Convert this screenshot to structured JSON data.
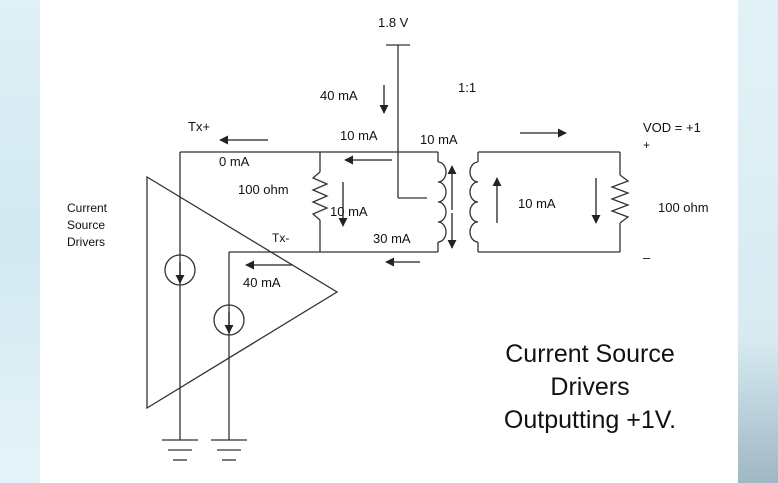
{
  "labels": {
    "v18": "1.8  V",
    "i40_top": "40 mA",
    "ratio": "1:1",
    "txplus": "Tx+",
    "i10_a": "10 mA",
    "i10_b": "10 mA",
    "vod": "VOD = +1",
    "plus": "+",
    "i0": "0 mA",
    "r100_left": "100  ohm",
    "i10_res": "10 mA",
    "i10_right": "10 mA",
    "r100_right": "100 ohm",
    "cs_line1": "Current",
    "cs_line2": "Source",
    "cs_line3": "Drivers",
    "txminus": "Tx-",
    "i30": "30 mA",
    "minus": "–",
    "i40_bottom": "40 mA"
  },
  "caption": {
    "line1": "Current Source",
    "line2": "Drivers",
    "line3": "Outputting +1V."
  },
  "colors": {
    "wire": "#333333",
    "text": "#111111",
    "background": "#ffffff"
  }
}
